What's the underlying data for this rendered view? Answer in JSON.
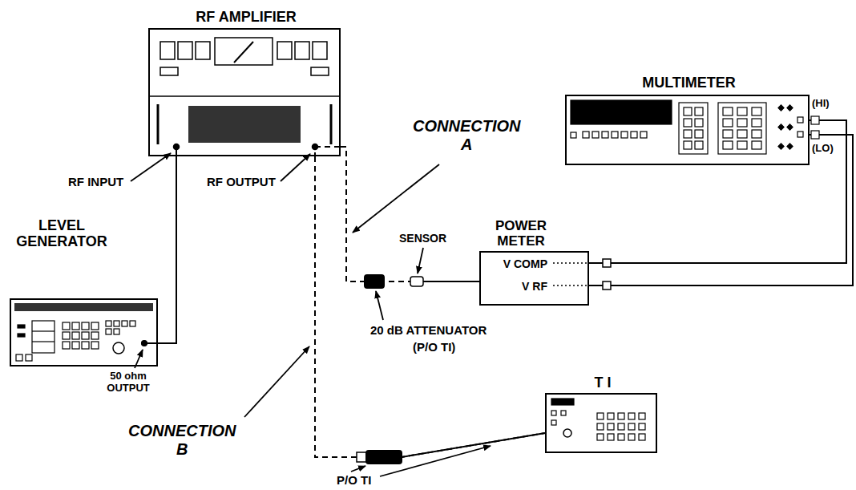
{
  "diagram": {
    "nodes": [
      {
        "text": [
          "RF AMPLIFIER"
        ]
      },
      {
        "text": [
          "MULTIMETER"
        ]
      },
      {
        "text": [
          "POWER METER",
          "V COMP",
          "V RF"
        ]
      },
      {
        "text": [
          "LEVEL GENERATOR"
        ]
      },
      {
        "text": [
          "T I"
        ]
      }
    ],
    "edges": [
      {
        "from": 3,
        "to": 0,
        "arrow": "none"
      },
      {
        "from": 0,
        "to": 2,
        "arrow": "none"
      },
      {
        "from": 0,
        "to": 4,
        "arrow": "none"
      },
      {
        "from": 2,
        "to": 1,
        "arrow": "none"
      },
      {
        "from": 2,
        "to": 1,
        "arrow": "none"
      }
    ],
    "labels": [
      "RF INPUT",
      "RF OUTPUT",
      "CONNECTION A",
      "(HI)",
      "(LO)",
      "SENSOR",
      "20 dB ATTENUATOR",
      "(P/O TI)",
      "50 ohm OUTPUT",
      "CONNECTION B",
      "P/O TI"
    ]
  }
}
